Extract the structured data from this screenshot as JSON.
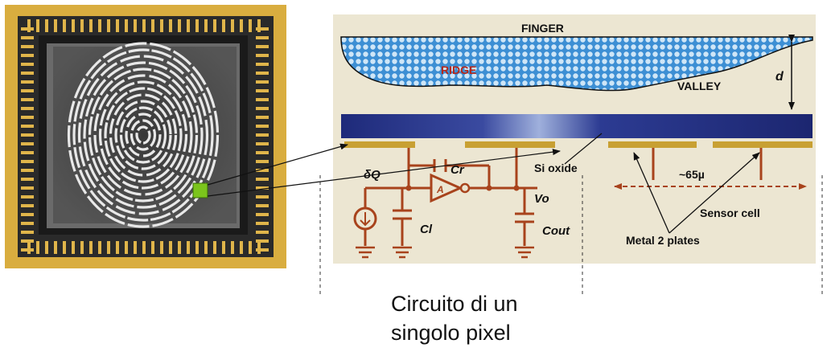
{
  "diagram": {
    "labels": {
      "finger": "FINGER",
      "ridge": "RIDGE",
      "valley": "VALLEY",
      "distance": "d",
      "si_oxide": "Si oxide",
      "charge": "δQ",
      "feedback_cap": "Cr",
      "amplifier": "A",
      "output_voltage": "Vo",
      "input_cap": "Cl",
      "output_cap": "Cout",
      "pitch": "~65µ",
      "sensor_cell": "Sensor cell",
      "metal_plates": "Metal 2 plates"
    },
    "caption": {
      "line1": "Circuito di un",
      "line2": "singolo pixel"
    }
  },
  "colors": {
    "chip_gold": "#d9ad3f",
    "chip_dark": "#2a2a2a",
    "finger_blue": "#8fc4e8",
    "oxide_blue": "#2b3a8f",
    "plate_gold": "#c8a033",
    "circuit_red": "#a8431c",
    "background_beige": "#ece6d2",
    "pixel_marker": "#7bc41c"
  }
}
